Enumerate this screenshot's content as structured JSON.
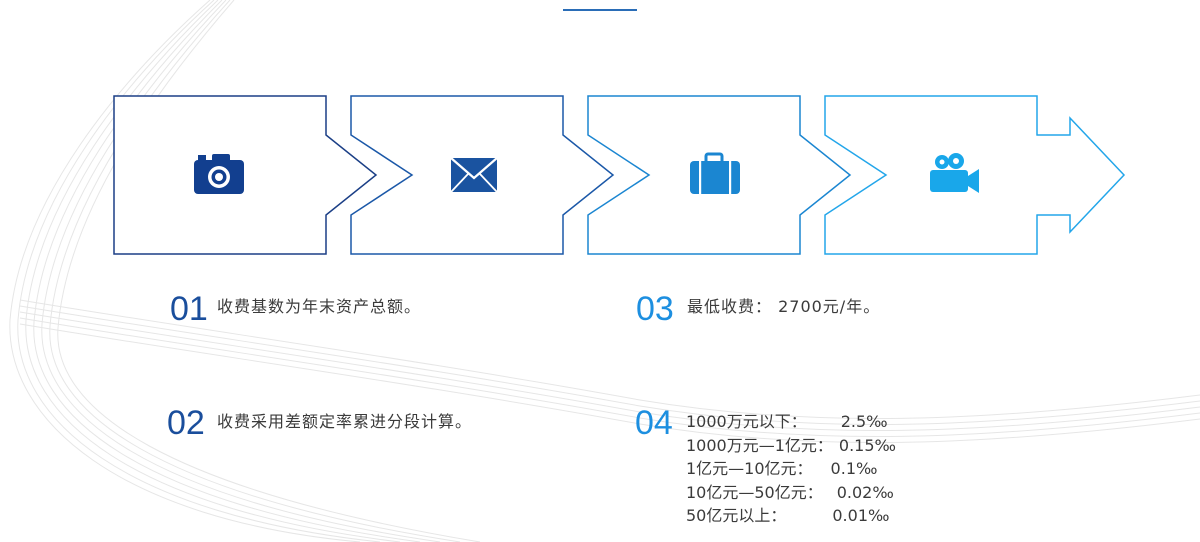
{
  "header": {
    "divider_color": "#2a6db7"
  },
  "steps": [
    {
      "icon": "camera-icon",
      "color": "#123f8f"
    },
    {
      "icon": "envelope-icon",
      "color": "#1a53a0"
    },
    {
      "icon": "briefcase-icon",
      "color": "#1b86d1"
    },
    {
      "icon": "video-camera-icon",
      "color": "#19a7ea"
    }
  ],
  "items": [
    {
      "number": "01",
      "text": "收费基数为年末资产总额。",
      "color": "#1a4e9c"
    },
    {
      "number": "02",
      "text": "收费采用差额定率累进分段计算。",
      "color": "#1a4e9c"
    },
    {
      "number": "03",
      "text": "最低收费： 2700元/年。",
      "color": "#1d8fe0"
    },
    {
      "number": "04",
      "color": "#1d8fe0"
    }
  ],
  "fees": [
    {
      "range": "1000万元以下：",
      "rate": "2.5‰"
    },
    {
      "range": "1000万元—1亿元：",
      "rate": "0.15‰"
    },
    {
      "range": "1亿元—10亿元：",
      "rate": "0.1‰"
    },
    {
      "range": "10亿元—50亿元：",
      "rate": "0.02‰"
    },
    {
      "range": "50亿元以上：",
      "rate": "0.01‰"
    }
  ]
}
